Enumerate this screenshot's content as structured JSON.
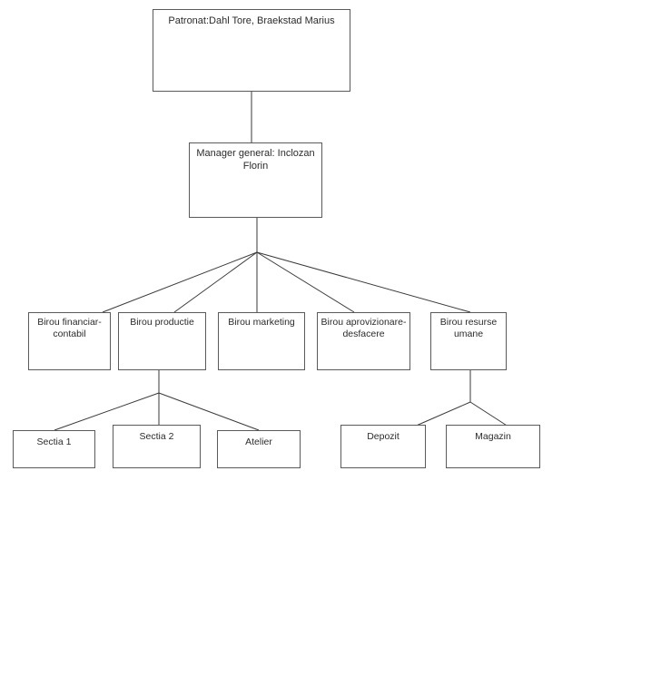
{
  "diagram": {
    "title": "Organizational chart",
    "type": "org-chart",
    "line_color": "#3a3a3a",
    "box_border_color": "#5a5a5a",
    "background_color": "#ffffff",
    "text_color": "#2b2b2b"
  },
  "nodes": {
    "patronat": {
      "label": "Patronat:Dahl Tore, Braekstad Marius",
      "level": 1
    },
    "manager": {
      "label": "Manager general: Inclozan Florin",
      "level": 2
    },
    "financiar": {
      "label": "Birou financiar-\ncontabil",
      "level": 3
    },
    "productie": {
      "label": "Birou productie",
      "level": 3
    },
    "marketing": {
      "label": "Birou marketing",
      "level": 3
    },
    "aprovizionare": {
      "label": "Birou aprovizionare-\ndesfacere",
      "level": 3
    },
    "resurse": {
      "label": "Birou resurse\numane",
      "level": 3
    },
    "sectia1": {
      "label": "Sectia 1",
      "level": 4
    },
    "sectia2": {
      "label": "Sectia 2",
      "level": 4
    },
    "atelier": {
      "label": "Atelier",
      "level": 4
    },
    "depozit": {
      "label": "Depozit",
      "level": 4
    },
    "magazin": {
      "label": "Magazin",
      "level": 4
    }
  },
  "edges": [
    {
      "from": "patronat",
      "to": "manager"
    },
    {
      "from": "manager",
      "to": "financiar"
    },
    {
      "from": "manager",
      "to": "productie"
    },
    {
      "from": "manager",
      "to": "marketing"
    },
    {
      "from": "manager",
      "to": "aprovizionare"
    },
    {
      "from": "manager",
      "to": "resurse"
    },
    {
      "from": "productie",
      "to": "sectia1"
    },
    {
      "from": "productie",
      "to": "sectia2"
    },
    {
      "from": "productie",
      "to": "atelier"
    },
    {
      "from": "resurse",
      "to": "depozit"
    },
    {
      "from": "resurse",
      "to": "magazin"
    }
  ]
}
